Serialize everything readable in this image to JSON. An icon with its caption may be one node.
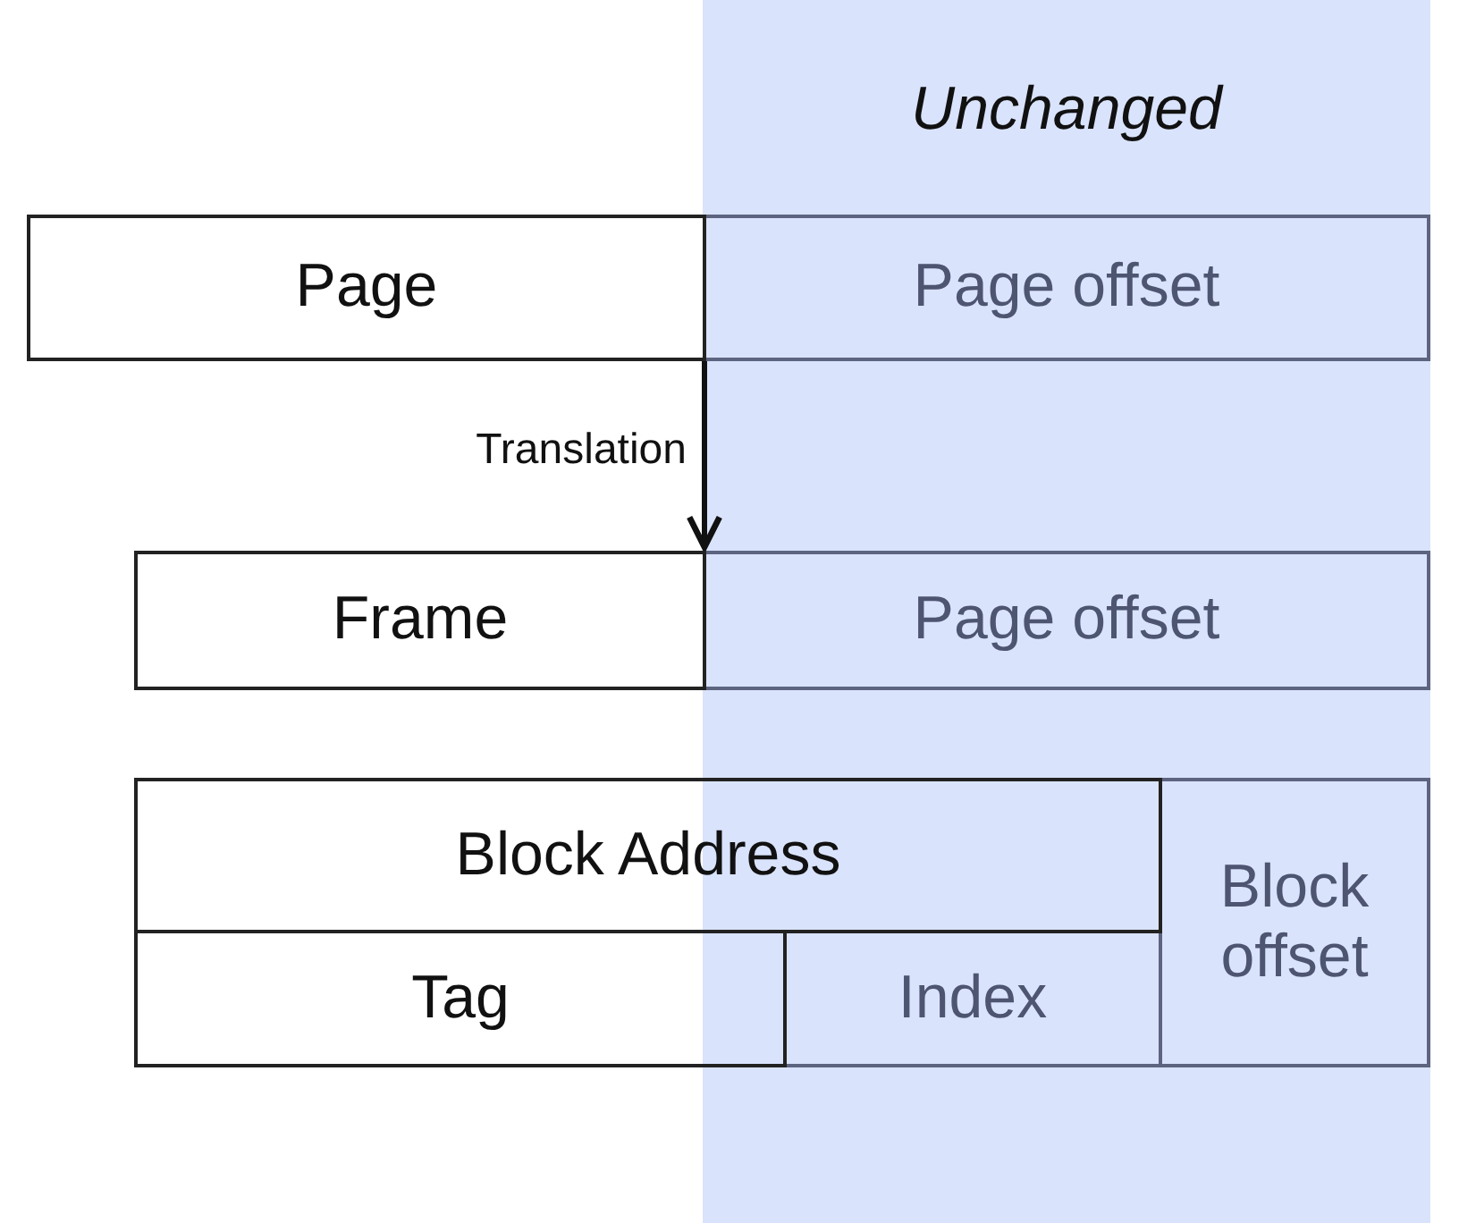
{
  "diagram": {
    "nodes": [
      {
        "text": [
          "Unchanged"
        ]
      },
      {
        "text": [
          "Page"
        ]
      },
      {
        "text": [
          "Page offset"
        ],
        "in": 0
      },
      {
        "text": [
          "Frame"
        ]
      },
      {
        "text": [
          "Page offset"
        ],
        "in": 0
      },
      {
        "text": [
          "Block Address"
        ]
      },
      {
        "text": [
          "Block offset"
        ],
        "in": 0
      },
      {
        "text": [
          "Tag"
        ]
      },
      {
        "text": [
          "Index"
        ],
        "in": 0
      }
    ],
    "edges": [
      {
        "from": 1,
        "to": 3,
        "arrow": "to",
        "label": "Translation"
      }
    ]
  }
}
